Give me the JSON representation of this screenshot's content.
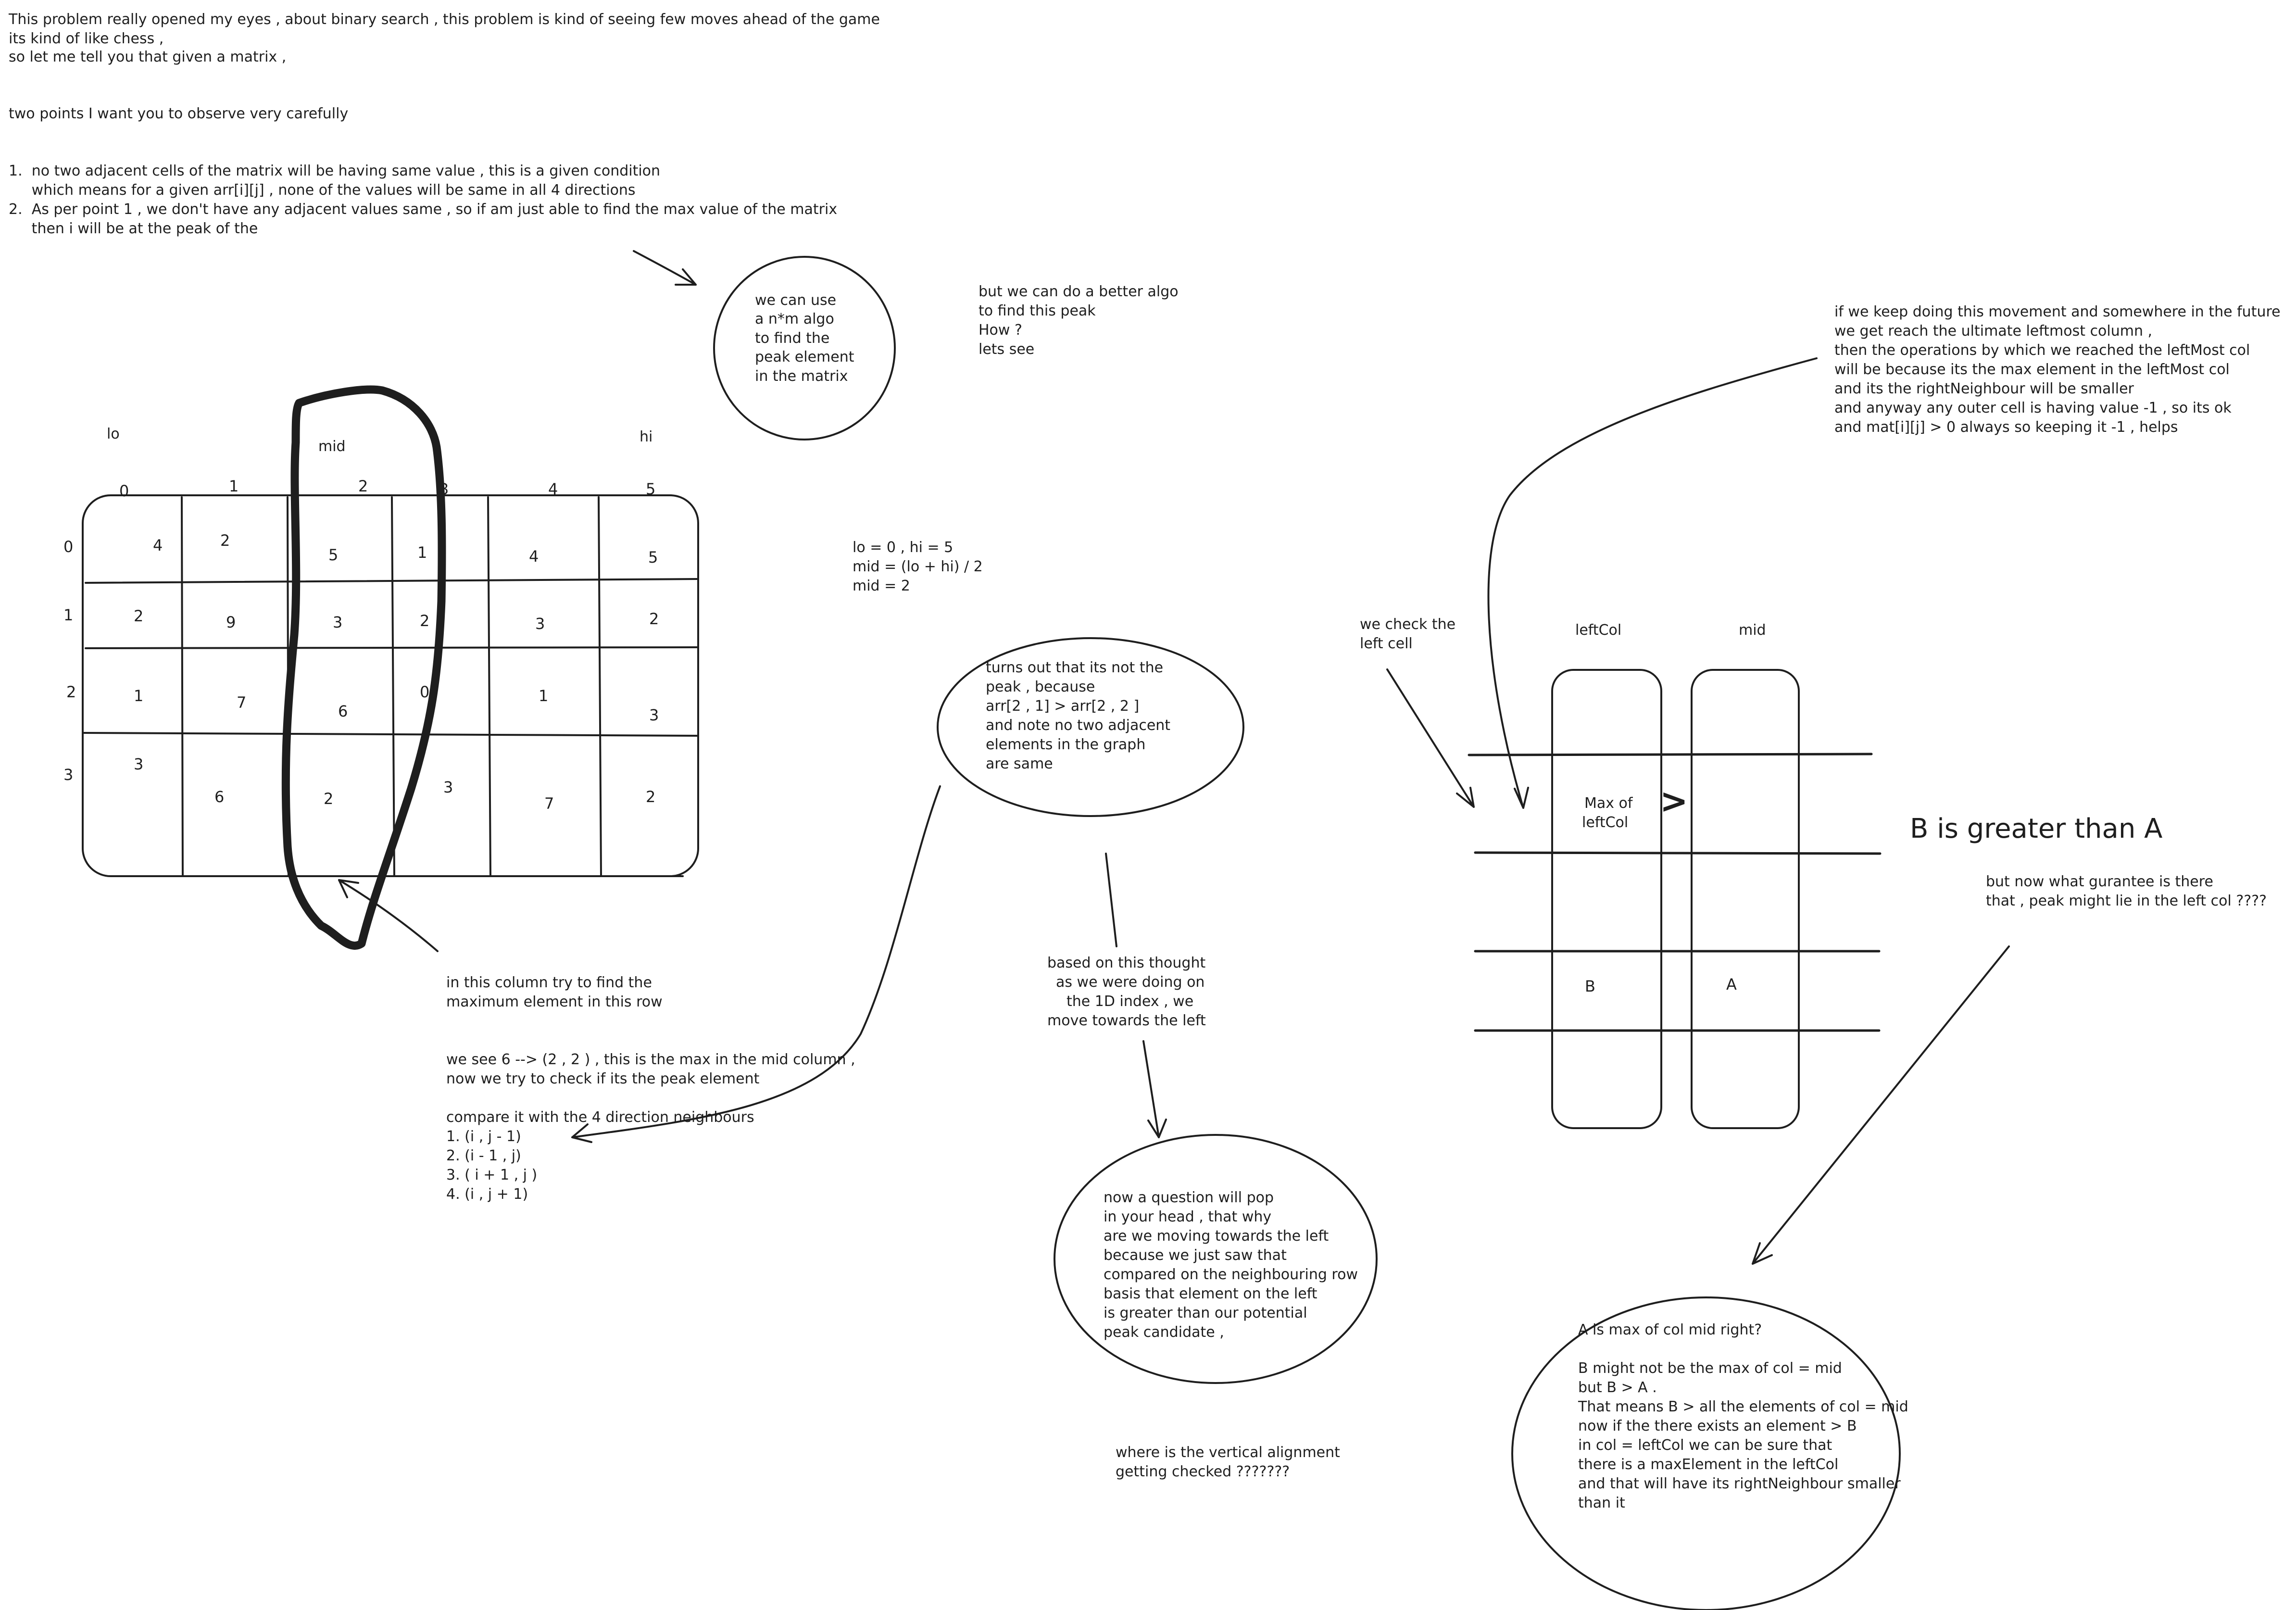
{
  "intro": {
    "lines": [
      "This problem really opened my eyes , about binary search , this problem is kind of seeing few moves ahead of the game",
      "its kind of like chess ,",
      "so let me tell you that given a matrix ,"
    ],
    "observe": "two points I want you to observe very carefully",
    "points": [
      "1.  no two adjacent cells of the matrix will be having same value , this is a given condition",
      "     which means for a given arr[i][j] , none of the values will be same in all 4 directions",
      "2.  As per point 1 , we don't have any adjacent values same , so if am just able to find the max value of the matrix",
      "     then i will be at the peak of the"
    ]
  },
  "bubble_nm": [
    "we can use",
    "a n*m algo",
    "to find the",
    "peak element",
    "in the matrix"
  ],
  "better_algo": [
    "but we can do a better algo",
    "to find this peak",
    "How ?",
    "lets see"
  ],
  "matrix": {
    "lo_label": "lo",
    "mid_label": "mid",
    "hi_label": "hi",
    "col_indices": [
      "0",
      "1",
      "2",
      "3",
      "4",
      "5"
    ],
    "row_indices": [
      "0",
      "1",
      "2",
      "3"
    ],
    "rows": [
      [
        "4",
        "2",
        "5",
        "1",
        "4",
        "5"
      ],
      [
        "2",
        "9",
        "3",
        "2",
        "3",
        "2"
      ],
      [
        "1",
        "7",
        "6",
        "0",
        "1",
        "3"
      ],
      [
        "3",
        "6",
        "2",
        "3",
        "7",
        "2"
      ]
    ]
  },
  "lo_hi_calc": [
    "lo = 0 , hi = 5",
    "mid = (lo + hi) / 2",
    "mid = 2"
  ],
  "column_note": [
    "in this column try to find the",
    "maximum element in this row"
  ],
  "max_note": [
    "we see 6 --> (2 , 2 ) , this is the max in the mid column ,",
    "now we try to check if its the peak element",
    "",
    "compare it with the 4 direction neighbours",
    "1. (i , j - 1)",
    "2. (i - 1 , j)",
    "3. ( i + 1 , j )",
    "4. (i , j + 1)"
  ],
  "bubble_not_peak": [
    "turns out that its not the",
    "peak , because",
    "arr[2 , 1] > arr[2 , 2 ]",
    "and note no two adjacent",
    "elements in the graph",
    "are same"
  ],
  "thought_note": [
    "based on this thought",
    "as we were doing on",
    "the 1D index , we",
    "move towards the left"
  ],
  "bubble_question": [
    "now a question will pop",
    "in your head , that why",
    "are we moving towards the left",
    "because we just saw that",
    "compared on the neighbouring row",
    "basis that element on the left",
    "is greater than our potential",
    "peak candidate ,"
  ],
  "vertical_note": [
    "where is the vertical alignment",
    "getting checked ???????"
  ],
  "future_note": [
    "if we keep doing this movement and somewhere in the future",
    "we get reach the ultimate leftmost column ,",
    "then the operations by which we reached the leftMost col",
    "will be because its the max element in the leftMost col",
    "and its the rightNeighbour will be smaller",
    "and anyway any outer cell is having value -1 , so its ok",
    "and mat[i][j] > 0 always so keeping it -1 , helps"
  ],
  "check_left": [
    "we check the",
    "left cell"
  ],
  "cols_diagram": {
    "leftcol_label": "leftCol",
    "mid_label": "mid",
    "max_cell": [
      "Max of",
      "leftCol"
    ],
    "gt_symbol": ">",
    "b_label": "B",
    "a_label": "A"
  },
  "b_greater": "B is greater than A",
  "guarantee": [
    "but now what gurantee is there",
    "that , peak might lie in the left col ????"
  ],
  "bubble_final": [
    "A is max of col mid right?",
    "",
    "B might not be the max of col = mid",
    "but B > A .",
    "That means B > all the elements of col = mid",
    "now if the there exists an element > B",
    "in col = leftCol we can be sure that",
    "there is a maxElement in the leftCol",
    "and that will have its rightNeighbour smaller",
    "than it"
  ]
}
